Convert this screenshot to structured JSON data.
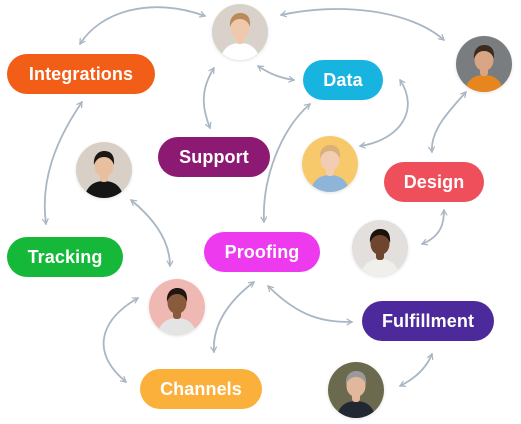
{
  "nodes": [
    {
      "id": "integrations",
      "label": "Integrations",
      "color": "#f25d17"
    },
    {
      "id": "support",
      "label": "Support",
      "color": "#8c1a73"
    },
    {
      "id": "data",
      "label": "Data",
      "color": "#18b4e0"
    },
    {
      "id": "design",
      "label": "Design",
      "color": "#ee4f5a"
    },
    {
      "id": "tracking",
      "label": "Tracking",
      "color": "#16b83a"
    },
    {
      "id": "proofing",
      "label": "Proofing",
      "color": "#ee3aef"
    },
    {
      "id": "fulfillment",
      "label": "Fulfillment",
      "color": "#4d2a9c"
    },
    {
      "id": "channels",
      "label": "Channels",
      "color": "#fbb03b"
    }
  ],
  "people": [
    {
      "id": "person-top-woman",
      "icon": "person-avatar",
      "bg": "#d9d2ca",
      "skin": "#f0c9ad",
      "hair": "#b98a5a",
      "shirt": "#ffffff"
    },
    {
      "id": "person-top-right-man",
      "icon": "person-avatar",
      "bg": "#7a7d80",
      "skin": "#d9a585",
      "hair": "#3b2a1e",
      "shirt": "#e7861f"
    },
    {
      "id": "person-left-woman",
      "icon": "person-avatar",
      "bg": "#d8cfc7",
      "skin": "#e8c0a0",
      "hair": "#1e1814",
      "shirt": "#151515"
    },
    {
      "id": "person-center-woman",
      "icon": "person-avatar",
      "bg": "#f7c96a",
      "skin": "#f2cdb3",
      "hair": "#d8b07a",
      "shirt": "#8fb4d9"
    },
    {
      "id": "person-curly-man",
      "icon": "person-avatar",
      "bg": "#e2dfdc",
      "skin": "#6e4630",
      "hair": "#1b120c",
      "shirt": "#f1efec"
    },
    {
      "id": "person-bearded-man",
      "icon": "person-avatar",
      "bg": "#f0b8b3",
      "skin": "#8a5a3c",
      "hair": "#211611",
      "shirt": "#e4e4e4"
    },
    {
      "id": "person-suit-man",
      "icon": "person-avatar",
      "bg": "#6b6a4e",
      "skin": "#e2b89c",
      "hair": "#9a9a9a",
      "shirt": "#222831"
    }
  ],
  "arrow_color": "#a9b6c4"
}
